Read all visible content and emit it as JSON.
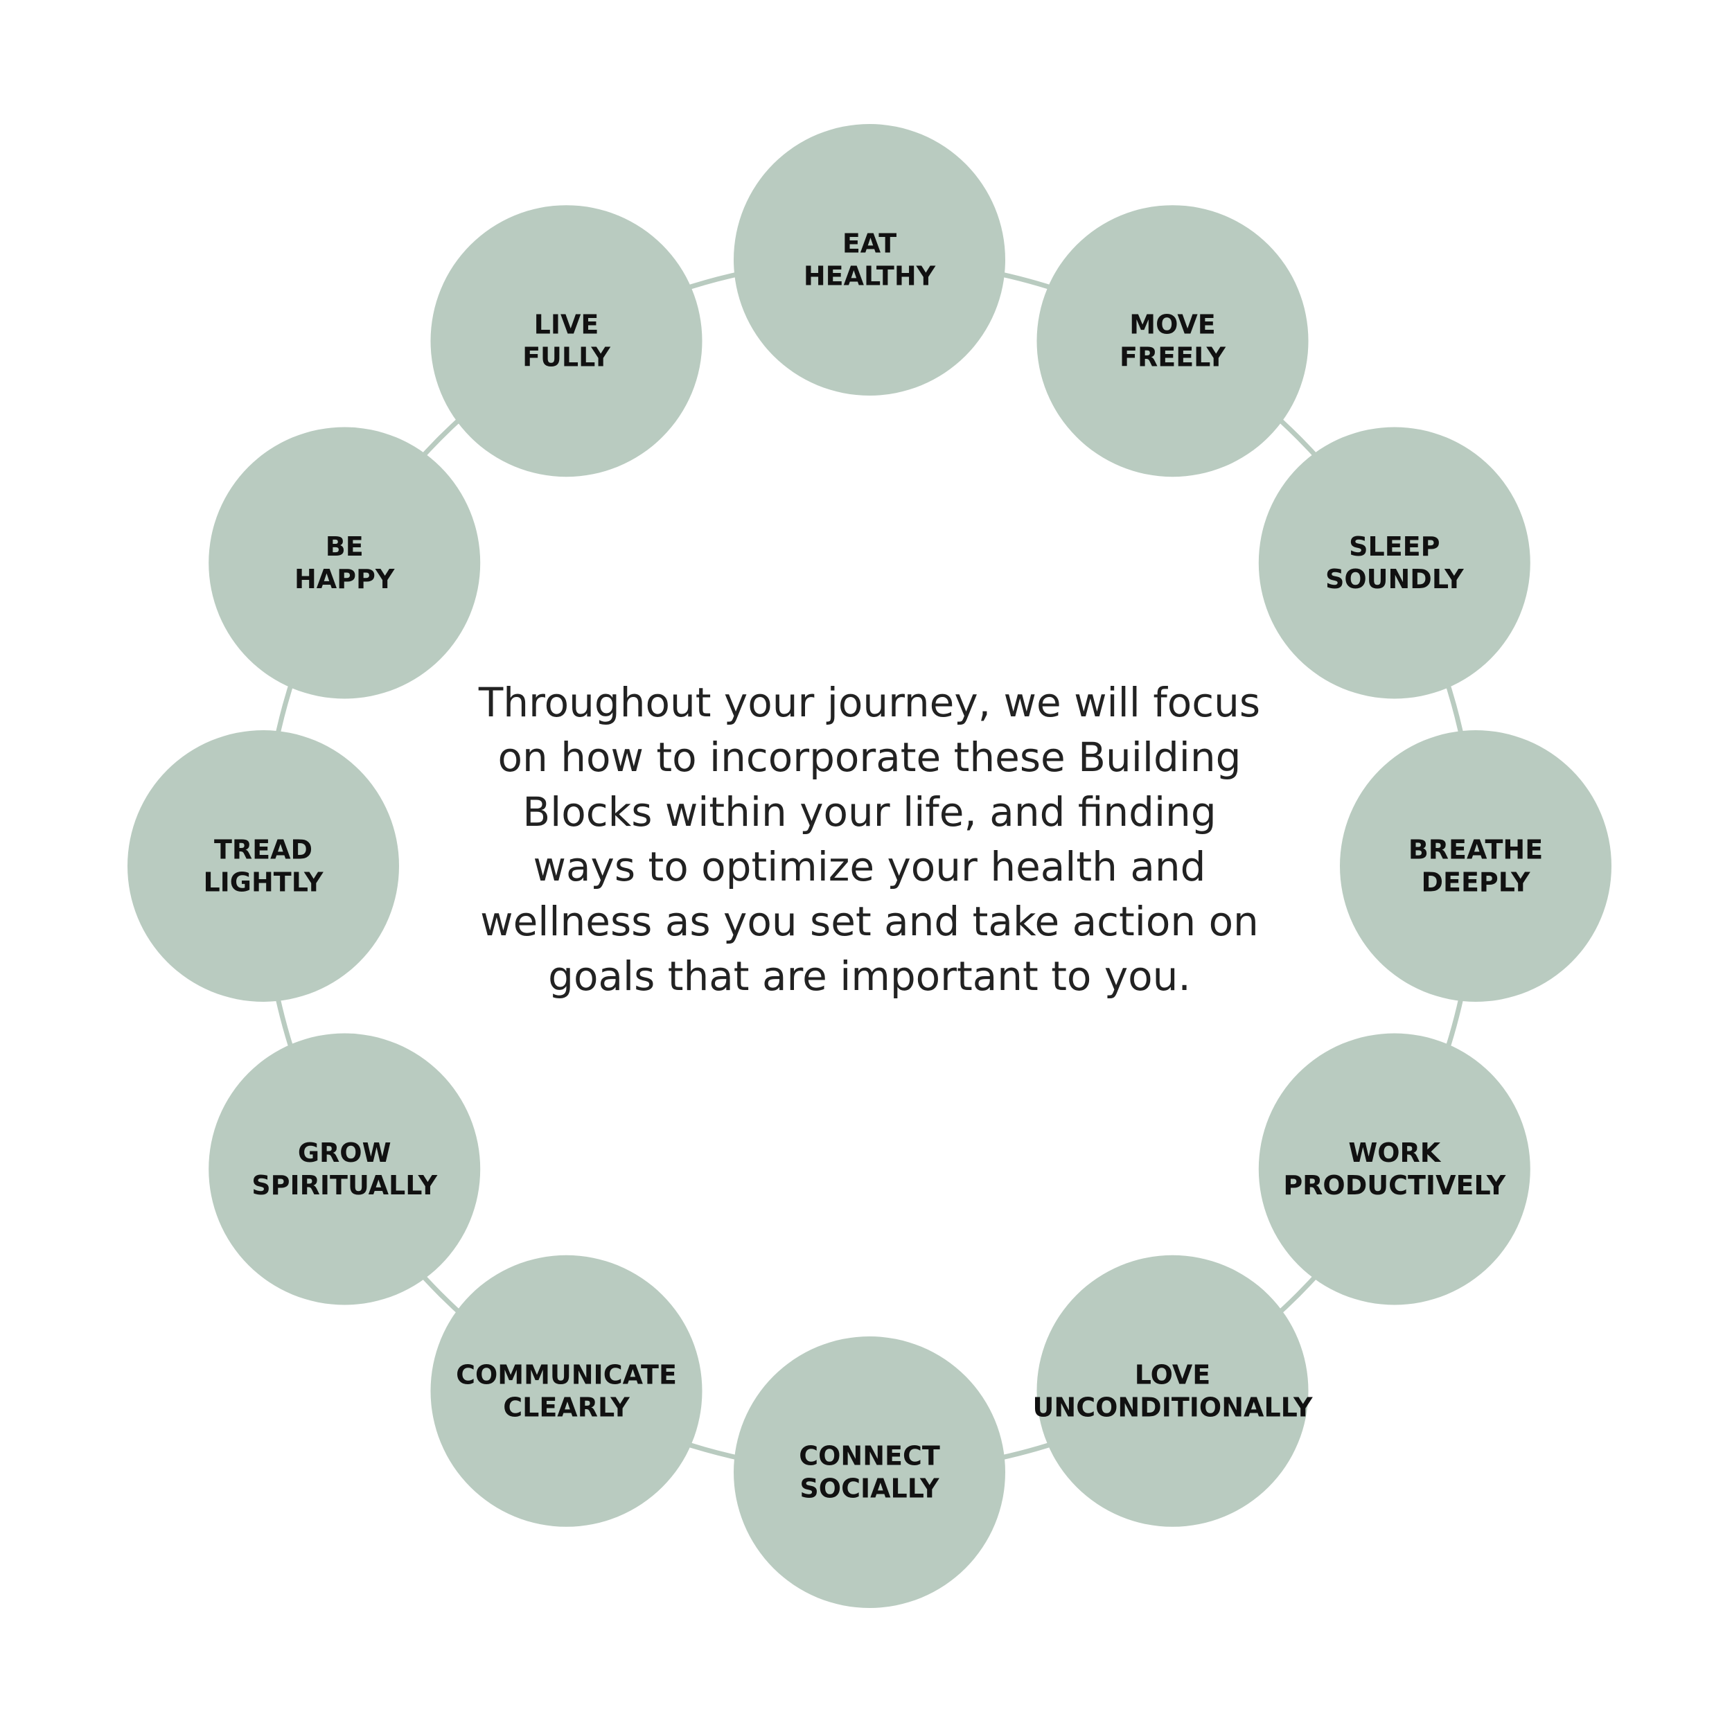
{
  "colors": {
    "circle_fill": "#b9cbc0",
    "ring_stroke": "#b9cbc0",
    "label_text": "#111111",
    "body_text": "#222222"
  },
  "nodes": [
    {
      "label": [
        "EAT",
        "HEALTHY"
      ]
    },
    {
      "label": [
        "MOVE",
        "FREELY"
      ]
    },
    {
      "label": [
        "SLEEP",
        "SOUNDLY"
      ]
    },
    {
      "label": [
        "BREATHE",
        "DEEPLY"
      ]
    },
    {
      "label": [
        "WORK",
        "PRODUCTIVELY"
      ]
    },
    {
      "label": [
        "LOVE",
        "UNCONDITIONALLY"
      ]
    },
    {
      "label": [
        "CONNECT",
        "SOCIALLY"
      ]
    },
    {
      "label": [
        "COMMUNICATE",
        "CLEARLY"
      ]
    },
    {
      "label": [
        "GROW",
        "SPIRITUALLY"
      ]
    },
    {
      "label": [
        "TREAD",
        "LIGHTLY"
      ]
    },
    {
      "label": [
        "BE",
        "HAPPY"
      ]
    },
    {
      "label": [
        "LIVE",
        "FULLY"
      ]
    }
  ],
  "center_text": "Throughout your journey, we will focus on how to incorporate these Building Blocks within your life, and finding ways to optimize your health and wellness as you set and take action on goals that are important to you."
}
